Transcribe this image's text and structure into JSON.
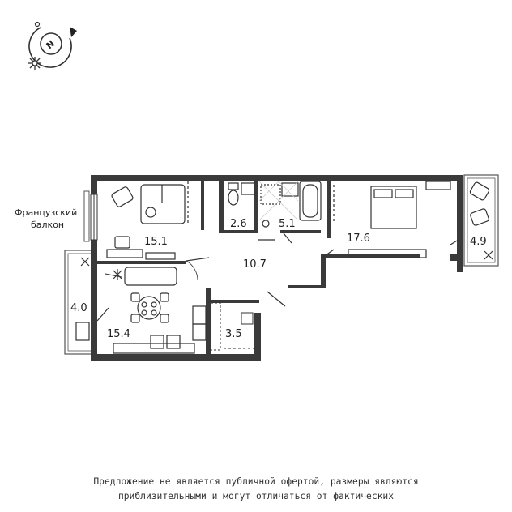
{
  "compass": {
    "letter": "N"
  },
  "labels": {
    "french_balcony": "Французский\nбалкон"
  },
  "rooms": [
    {
      "name": "living-room-area",
      "area": "15.1"
    },
    {
      "name": "toilet-area",
      "area": "2.6"
    },
    {
      "name": "bathroom-area",
      "area": "5.1"
    },
    {
      "name": "hallway-area",
      "area": "10.7"
    },
    {
      "name": "bedroom-area",
      "area": "17.6"
    },
    {
      "name": "east-balcony-area",
      "area": "4.9"
    },
    {
      "name": "west-balcony-area",
      "area": "4.0"
    },
    {
      "name": "kitchen-area",
      "area": "15.4"
    },
    {
      "name": "storage-area",
      "area": "3.5"
    }
  ],
  "disclaimer": {
    "line1": "Предложение не является публичной офертой, размеры являются",
    "line2": "приблизительными и могут отличаться от фактических"
  },
  "colors": {
    "wall": "#3a3a3a",
    "line": "#333333",
    "background": "#ffffff"
  }
}
